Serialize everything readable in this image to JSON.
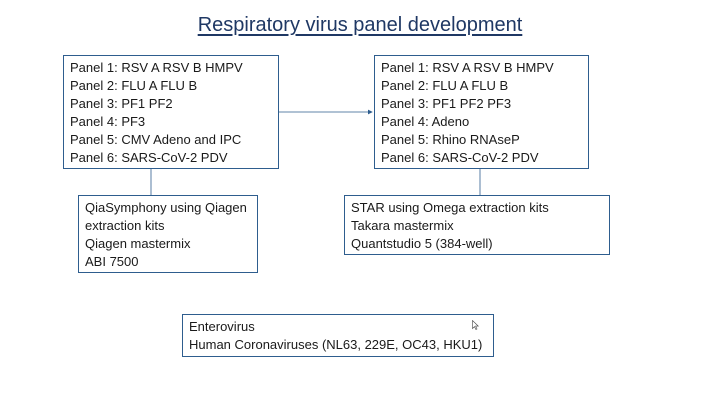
{
  "title": "Respiratory virus panel development",
  "panels_left": [
    "Panel 1: RSV A RSV B HMPV",
    "Panel 2: FLU A FLU B",
    "Panel 3: PF1 PF2",
    "Panel 4: PF3",
    "Panel 5: CMV Adeno and IPC",
    "Panel 6: SARS-CoV-2 PDV"
  ],
  "panels_right": [
    "Panel 1: RSV A RSV B HMPV",
    "Panel 2: FLU A FLU B",
    "Panel 3: PF1 PF2 PF3",
    "Panel 4: Adeno",
    "Panel 5: Rhino RNAseP",
    "Panel 6: SARS-CoV-2 PDV"
  ],
  "method_left": [
    "QiaSymphony using Qiagen",
    "extraction kits",
    "Qiagen mastermix",
    "ABI 7500"
  ],
  "method_right": [
    "STAR using Omega extraction kits",
    "Takara mastermix",
    "Quantstudio 5 (384-well)"
  ],
  "other": [
    "Enterovirus",
    "Human Coronaviruses (NL63, 229E, OC43, HKU1)"
  ],
  "colors": {
    "title": "#1f3864",
    "border": "#2e5d8e",
    "arrow": "#2e5d8e"
  },
  "icons": {
    "cursor": "mouse-pointer-icon"
  }
}
